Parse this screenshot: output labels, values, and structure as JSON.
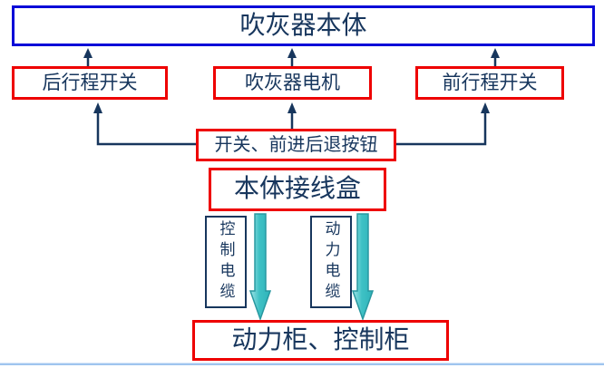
{
  "diagram": {
    "title_box": {
      "label": "吹灰器本体"
    },
    "row2": [
      {
        "id": "rear-travel-switch",
        "label": "后行程开关"
      },
      {
        "id": "blower-motor",
        "label": "吹灰器电机"
      },
      {
        "id": "front-travel-switch",
        "label": "前行程开关"
      }
    ],
    "switch_buttons_box": {
      "label": "开关、前进后退按钮"
    },
    "junction_box": {
      "label": "本体接线盒"
    },
    "cables": [
      {
        "id": "control-cable",
        "label": "控制电缆"
      },
      {
        "id": "power-cable",
        "label": "动力电缆"
      }
    ],
    "bottom_box": {
      "label": "动力柜、控制柜"
    },
    "colors": {
      "box_border_red": "#ee0000",
      "title_border_blue": "#0909d8",
      "text_navy": "#17365d",
      "connector_navy": "#17365d",
      "cable_arrow_teal": "#3ec1c5",
      "cable_arrow_teal_light": "#9fe3e6",
      "bottom_rule_blue": "#9fc5ef"
    }
  }
}
